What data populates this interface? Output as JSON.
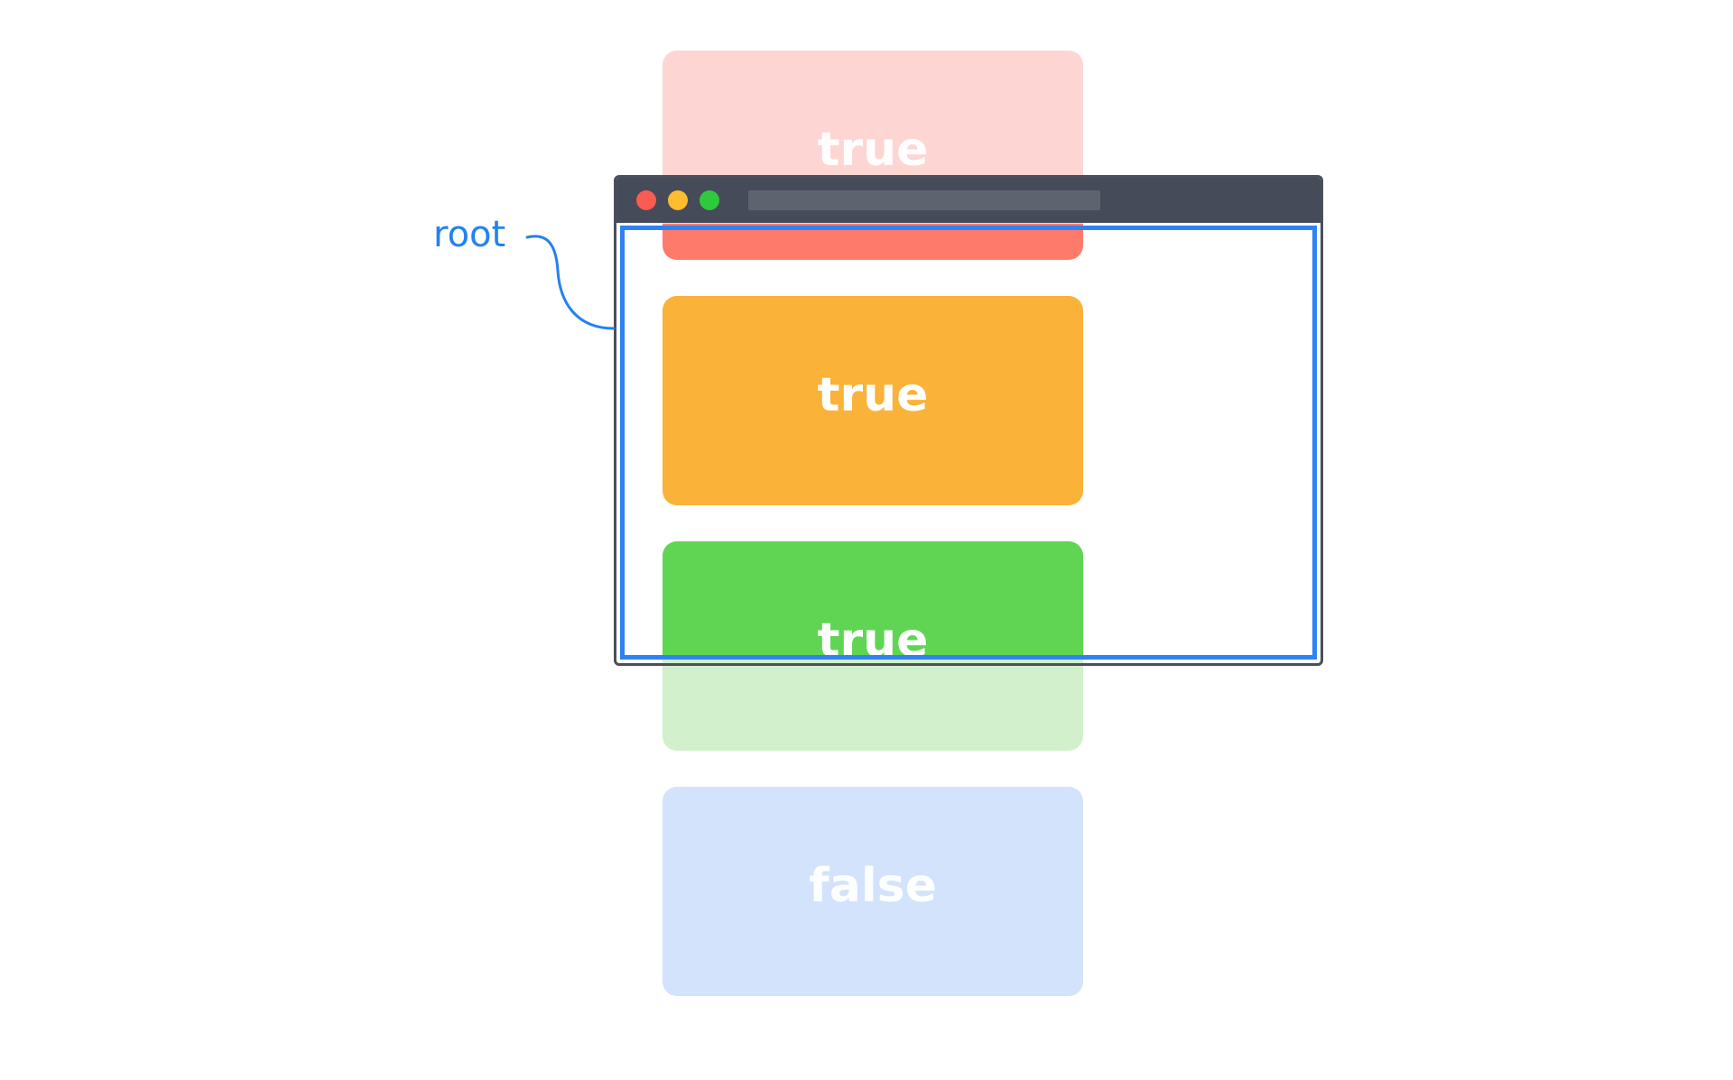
{
  "root_label": "root",
  "cards": [
    {
      "label": "true",
      "color": "#fe7b6c",
      "faded_color": "#fdd6d3",
      "state": "partially-visible"
    },
    {
      "label": "true",
      "color": "#fbb238",
      "state": "fully-visible"
    },
    {
      "label": "true",
      "color": "#60d554",
      "faded_color": "#d2f0cb",
      "state": "partially-visible"
    },
    {
      "label": "false",
      "color": "#d3e3fb",
      "state": "not-visible"
    }
  ],
  "browser": {
    "titlebar_color": "#454b59",
    "viewport_border_color": "#2f82f4",
    "traffic_lights": [
      "#fa5b52",
      "#fdbd2e",
      "#2fc93e"
    ]
  },
  "accent_color": "#2382f0"
}
